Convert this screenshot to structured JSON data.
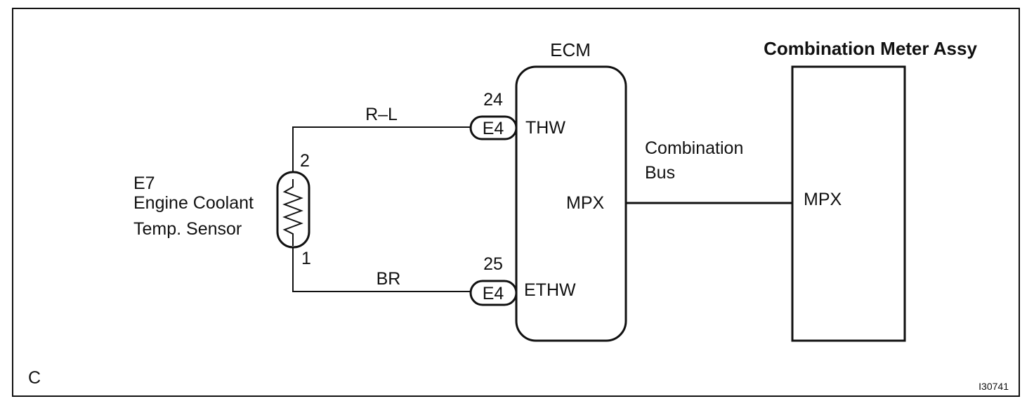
{
  "ecm": {
    "title": "ECM",
    "pins": {
      "thw": "THW",
      "ethw": "ETHW",
      "mpx": "MPX"
    }
  },
  "meter": {
    "title": "Combination Meter Assy",
    "pin": "MPX"
  },
  "sensor": {
    "code": "E7",
    "name_line1": "Engine Coolant",
    "name_line2": "Temp. Sensor",
    "pin_top": "2",
    "pin_bottom": "1"
  },
  "connectors": {
    "top": {
      "code": "E4",
      "pin": "24"
    },
    "bottom": {
      "code": "E4",
      "pin": "25"
    }
  },
  "wires": {
    "top_color": "R–L",
    "bottom_color": "BR"
  },
  "bus": {
    "line1": "Combination",
    "line2": "Bus"
  },
  "corner_label": "C",
  "figure_id": "I30741"
}
